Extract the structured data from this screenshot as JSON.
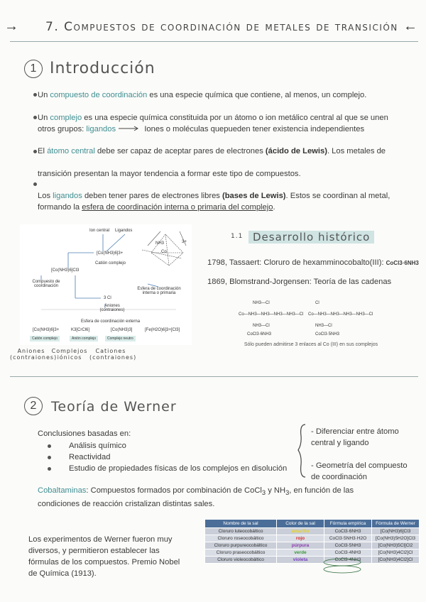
{
  "header": {
    "title": "7. Compuestos de coordinación de metales de transición",
    "arrow_left": "→",
    "arrow_right": "←"
  },
  "section1": {
    "number": "1",
    "heading": "Introducción",
    "b1_pre": "Un ",
    "b1_key": "compuesto de coordinación",
    "b1_post": " es una especie química que contiene, al menos, un complejo.",
    "b2_pre": "Un ",
    "b2_key": "complejo",
    "b2_post": " es una especie química constituida por un átomo o ion metálico central al que se unen",
    "b2_line2_pre": "otros grupos: ",
    "b2_line2_key": "ligandos",
    "b2_line2_post": "Iones o moléculas quepueden tener existencia independientes",
    "b3_pre": "El ",
    "b3_key": "átomo central",
    "b3_mid": " debe ser capaz de aceptar pares de electrones ",
    "b3_bold": "(ácido de Lewis)",
    "b3_post": ". Los metales de",
    "b3_line2": "transición presentan la mayor tendencia a formar este tipo de compuestos.",
    "b4_pre": "Los ",
    "b4_key": "ligandos",
    "b4_mid": " deben tener pares de electrones libres ",
    "b4_bold": "(bases de Lewis)",
    "b4_post": ". Estos se coordinan al metal,",
    "b4_line2_pre": "formando la ",
    "b4_line2_u": "esfera de coordinación interna o primaria del complejo",
    "b4_line2_post": "."
  },
  "diagram1": {
    "ion_central": "Ion central",
    "ligandos": "Ligandos",
    "complex": "[Co(NH3)6]3+",
    "cation": "Catión complejo",
    "charge": "3+",
    "salt": "[Co(NH3)6]Cl3",
    "compuesto": "Compuesto de coordinación",
    "three_cl": "3 Cl",
    "aniones": "Aniones (contraiones)",
    "esfera_int": "Esfera de coordinación interna o primaria",
    "esfera_ext": "Esfera de coordinación externa",
    "ex1": "[Co(NH3)6]3+",
    "ex2": "K3[CrCl6]",
    "ex3": "[Co(NH3)3]",
    "ex4": "[Fe(H2O)6]3+[Cl3]",
    "pill1": "Catión complejo",
    "pill2": "Anión complejo",
    "pill3": "Complejo neutro",
    "hand1": "Aniones (contraiones)",
    "hand2": "Complejos iónicos",
    "hand3": "Cationes (contraiones)",
    "nh3": "NH3",
    "co": "Co"
  },
  "historia": {
    "num": "1.1",
    "heading": "Desarrollo histórico",
    "l1": "1798, Tassaert: Cloruro de hexamminocobalto(III):",
    "l1_formula": "CoCl3·6NH3",
    "l2": "1869, Blomstrand-Jorgensen: Teoría de las cadenas",
    "chain_caption": "Sólo pueden admitirse 3 enlaces al Co (III) en sus complejos",
    "f1": "CoCl3·6NH3",
    "f2": "CoCl3·5NH3",
    "chain1": "Co—NH3—NH3—NH3—NH3—Cl",
    "chain2": "Co—NH3—NH3—NH3—NH3—Cl",
    "cl": "Cl",
    "nh3cl": "NH3—Cl"
  },
  "section2": {
    "number": "2",
    "heading": "Teoría de Werner",
    "conclusiones": "Conclusiones basadas en:",
    "items": [
      "Análisis químico",
      "Reactividad",
      "Estudio de propiedades físicas de los complejos en disolución"
    ],
    "side1": "Diferenciar entre átomo central y ligando",
    "side2": "Geometría del compuesto de coordinación",
    "cob_key": "Cobaltaminas",
    "cob_text": ": Compuestos formados por combinación  de CoCl",
    "cob_text2": " y NH",
    "cob_text3": ", en función de las",
    "cob_line2": "condiciones de reacción cristalizan distintas sales.",
    "experiment": "Los experimentos de Werner fueron muy diversos, y permitieron establecer las fórmulas de los compuestos. Premio Nobel de Química (1913)."
  },
  "table": {
    "headers": [
      "Nombre de la sal",
      "Color de la sal",
      "Fórmula empírica",
      "Fórmula de Werner"
    ],
    "rows": [
      {
        "name": "Cloruro luteocobáltico",
        "color": "amarillo",
        "hex": "#e6d21a",
        "emp": "CoCl3·6NH3",
        "werner": "[Co(NH3)6]Cl3"
      },
      {
        "name": "Cloruro roseocobáltico",
        "color": "rojo",
        "hex": "#d62a2a",
        "emp": "CoCl3·5NH3·H2O",
        "werner": "[Co(NH3)5H2O]Cl3"
      },
      {
        "name": "Cloruro purpureocobáltico",
        "color": "púrpura",
        "hex": "#8e3ab0",
        "emp": "CoCl3·5NH3",
        "werner": "[Co(NH3)5Cl]Cl2"
      },
      {
        "name": "Cloruro praseocobáltico",
        "color": "verde",
        "hex": "#3a9a3a",
        "emp": "CoCl3·4NH3",
        "werner": "[Co(NH3)4Cl2]Cl"
      },
      {
        "name": "Cloruro violeocobáltico",
        "color": "violeta",
        "hex": "#7a3fc0",
        "emp": "CoCl3·4NH3",
        "werner": "[Co(NH3)4Cl2]Cl"
      }
    ]
  }
}
